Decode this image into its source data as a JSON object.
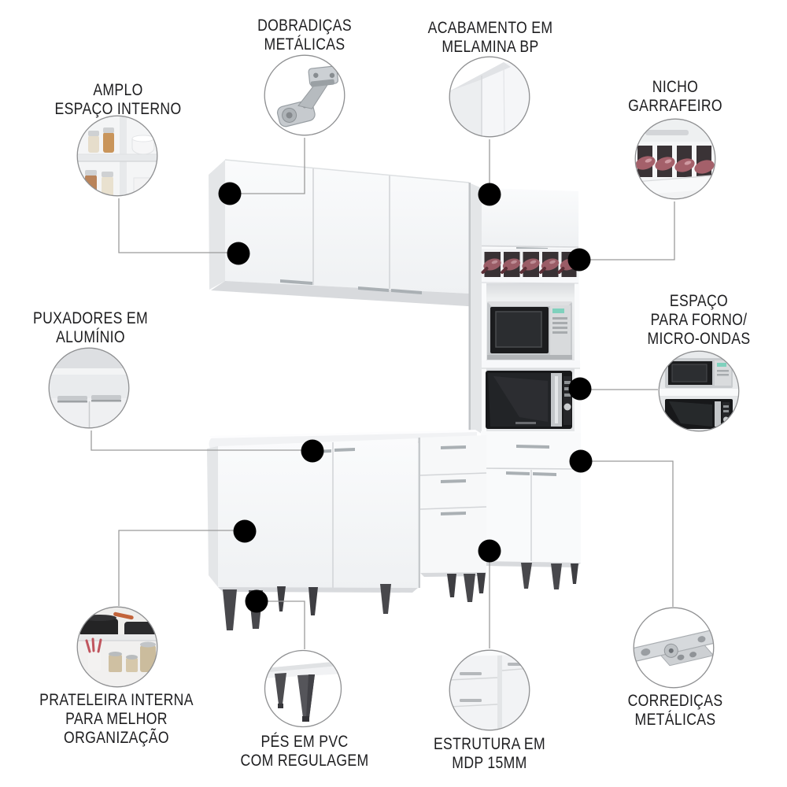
{
  "page": {
    "background": "#ffffff",
    "type": "product-feature-diagram",
    "product": "kitchen-cabinet-set"
  },
  "style": {
    "text_color": "#1d1d1f",
    "line_color": "#9b9b9b",
    "dot_color": "#000000",
    "circle_stroke": "#8f9092",
    "cabinet_white": "#f8f9fa",
    "cabinet_side": "#e6e8ea",
    "leg_color": "#48484c",
    "bottle_color": "#9a5c66",
    "handle_color": "#aeb2b5",
    "microwave_display_green": "#7fd1bd"
  },
  "callouts": [
    {
      "id": "amplo-espaco-interno",
      "lines": [
        "AMPLO",
        "ESPAÇO INTERNO"
      ],
      "image": "cabinet-interior-jars-photo"
    },
    {
      "id": "dobradicas-metalicas",
      "lines": [
        "DOBRADIÇAS",
        "METÁLICAS"
      ],
      "image": "metal-hinge-photo"
    },
    {
      "id": "acabamento-melamina",
      "lines": [
        "ACABAMENTO EM",
        "MELAMINA BP"
      ],
      "image": "melamine-corner-photo"
    },
    {
      "id": "nicho-garrafeiro",
      "lines": [
        "NICHO",
        "GARRAFEIRO"
      ],
      "image": "wine-bottle-rack-photo"
    },
    {
      "id": "puxadores-aluminio",
      "lines": [
        "PUXADORES EM",
        "ALUMÍNIO"
      ],
      "image": "aluminum-handles-photo"
    },
    {
      "id": "espaco-forno-microondas",
      "lines": [
        "ESPAÇO",
        "PARA FORNO/",
        "MICRO-ONDAS"
      ],
      "image": "oven-microwave-niche-photo"
    },
    {
      "id": "prateleira-interna",
      "lines": [
        "PRATELEIRA INTERNA",
        "PARA MELHOR",
        "ORGANIZAÇÃO"
      ],
      "image": "internal-shelf-pots-photo"
    },
    {
      "id": "pes-pvc",
      "lines": [
        "PÉS EM PVC",
        "COM REGULAGEM"
      ],
      "image": "pvc-adjustable-feet-photo"
    },
    {
      "id": "estrutura-mdp",
      "lines": [
        "ESTRUTURA EM",
        "MDP 15MM"
      ],
      "image": "mdp-structure-photo"
    },
    {
      "id": "corredicas-metalicas",
      "lines": [
        "CORREDIÇAS",
        "METÁLICAS"
      ],
      "image": "metal-drawer-slide-photo"
    }
  ]
}
